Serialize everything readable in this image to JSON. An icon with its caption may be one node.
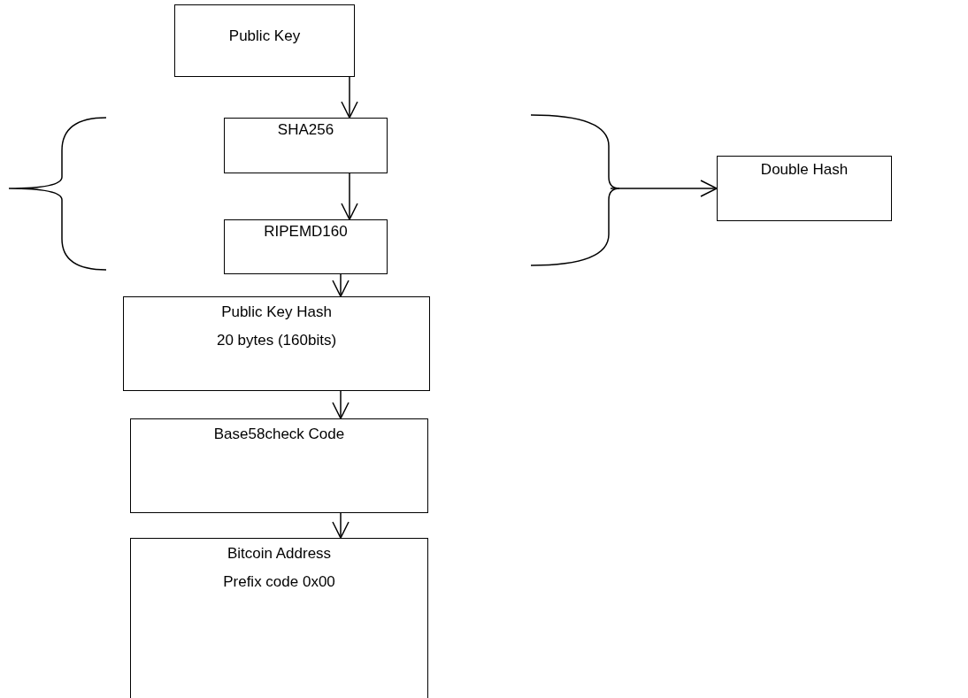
{
  "diagram": {
    "nodes": [
      {
        "text": [
          "Public Key"
        ]
      },
      {
        "text": [
          "SHA256"
        ]
      },
      {
        "text": [
          "RIPEMD160"
        ]
      },
      {
        "text": [
          "Public Key Hash",
          "20 bytes (160bits)"
        ]
      },
      {
        "text": [
          "Base58check Code"
        ]
      },
      {
        "text": [
          "Bitcoin Address",
          "Prefix code 0x00"
        ]
      },
      {
        "text": [
          "Double Hash"
        ]
      }
    ],
    "edges": [
      {
        "from": 0,
        "to": 1,
        "arrow": "to"
      },
      {
        "from": 1,
        "to": 2,
        "arrow": "to"
      },
      {
        "from": 2,
        "to": 3,
        "arrow": "to"
      },
      {
        "from": 3,
        "to": 4,
        "arrow": "to"
      },
      {
        "from": 4,
        "to": 5,
        "arrow": "to"
      },
      {
        "from": null,
        "to": 6,
        "arrow": "to"
      }
    ]
  }
}
